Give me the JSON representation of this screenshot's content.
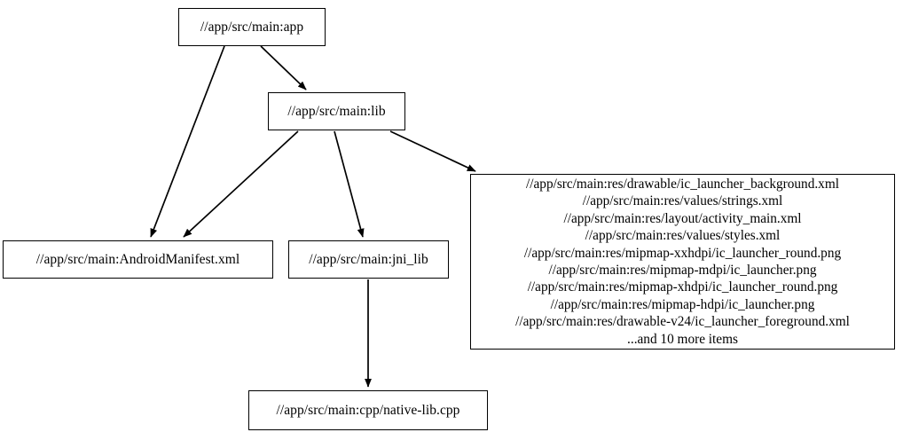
{
  "graph": {
    "direction": "top-to-bottom",
    "background_color": "#ffffff",
    "node_border_color": "#000000",
    "edge_color": "#000000",
    "nodes": [
      {
        "id": "app",
        "label": "//app/src/main:app"
      },
      {
        "id": "lib",
        "label": "//app/src/main:lib"
      },
      {
        "id": "manifest",
        "label": "//app/src/main:AndroidManifest.xml"
      },
      {
        "id": "jni_lib",
        "label": "//app/src/main:jni_lib"
      },
      {
        "id": "native_lib",
        "label": "//app/src/main:cpp/native-lib.cpp"
      },
      {
        "id": "resources",
        "lines": [
          "//app/src/main:res/drawable/ic_launcher_background.xml",
          "//app/src/main:res/values/strings.xml",
          "//app/src/main:res/layout/activity_main.xml",
          "//app/src/main:res/values/styles.xml",
          "//app/src/main:res/mipmap-xxhdpi/ic_launcher_round.png",
          "//app/src/main:res/mipmap-mdpi/ic_launcher.png",
          "//app/src/main:res/mipmap-xhdpi/ic_launcher_round.png",
          "//app/src/main:res/mipmap-hdpi/ic_launcher.png",
          "//app/src/main:res/drawable-v24/ic_launcher_foreground.xml",
          "...and 10 more items"
        ]
      }
    ],
    "edges": [
      {
        "from": "app",
        "to": "lib"
      },
      {
        "from": "app",
        "to": "manifest"
      },
      {
        "from": "lib",
        "to": "manifest"
      },
      {
        "from": "lib",
        "to": "jni_lib"
      },
      {
        "from": "lib",
        "to": "resources"
      },
      {
        "from": "jni_lib",
        "to": "native_lib"
      }
    ]
  }
}
